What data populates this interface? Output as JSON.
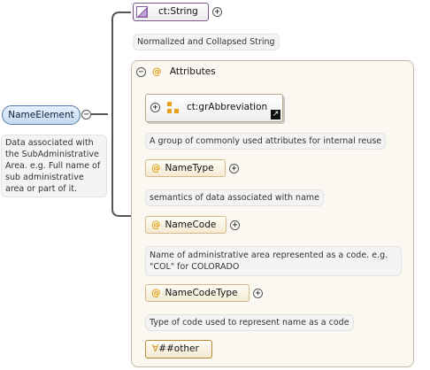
{
  "root_element": {
    "label": "NameElement",
    "collapse_symbol": "⊖",
    "documentation": "Data associated with the SubAdministrative Area. e.g. Full name of sub administrative area or part of it."
  },
  "type": {
    "label": "ct:String",
    "expand_symbol": "+",
    "documentation": "Normalized and Collapsed String"
  },
  "attributes": {
    "header_label": "Attributes",
    "collapse_symbol": "−",
    "at_symbol": "@",
    "group": {
      "label": "ct:grAbbreviation",
      "expand_symbol": "+",
      "reference_symbol": "↗",
      "documentation": "A group of commonly used attributes for internal reuse"
    },
    "items": [
      {
        "name": "NameType",
        "expand_symbol": "+",
        "documentation": "semantics of data associated with name"
      },
      {
        "name": "NameCode",
        "expand_symbol": "+",
        "documentation": "Name of administrative area represented as a code. e.g. \"COL\" for COLORADO"
      },
      {
        "name": "NameCodeType",
        "expand_symbol": "+",
        "documentation": "Type of code used to represent name as a code"
      }
    ],
    "wildcard": {
      "symbol": "∀",
      "label": "##other"
    }
  },
  "colors": {
    "element_fill": "#c4d8f3",
    "element_border": "#5a7aa5",
    "attribute_accent": "#e0a11b",
    "type_border": "#7a5a8c"
  }
}
